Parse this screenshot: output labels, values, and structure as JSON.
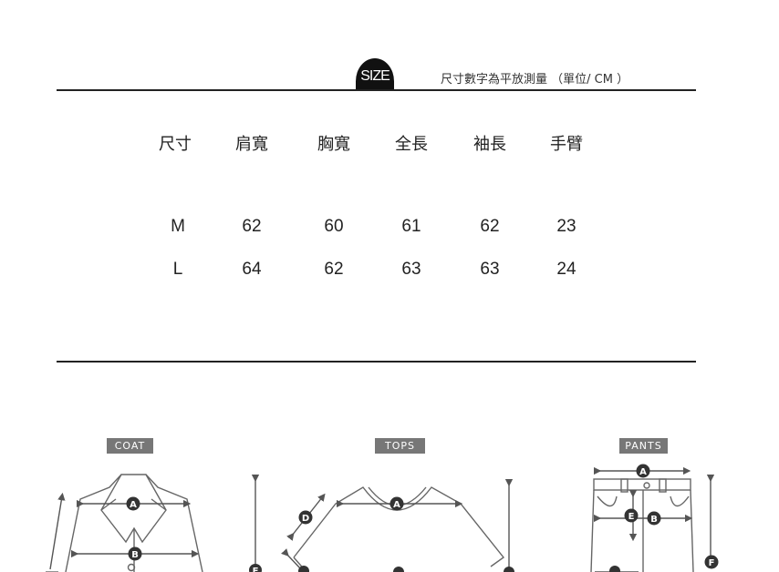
{
  "header": {
    "size_label": "SIZE",
    "unit_note": "尺寸數字為平放測量 （單位/ CM ）"
  },
  "table": {
    "headers": [
      "尺寸",
      "肩寬",
      "胸寬",
      "全長",
      "袖長",
      "手臂"
    ],
    "rows": [
      [
        "M",
        "62",
        "60",
        "61",
        "62",
        "23"
      ],
      [
        "L",
        "64",
        "62",
        "63",
        "63",
        "24"
      ]
    ]
  },
  "diagrams": {
    "coat": {
      "tag": "COAT",
      "markers": [
        "A",
        "B",
        "E"
      ]
    },
    "tops": {
      "tag": "TOPS",
      "markers": [
        "A",
        "D"
      ]
    },
    "pants": {
      "tag": "PANTS",
      "markers": [
        "A",
        "E",
        "B",
        "F"
      ]
    }
  }
}
